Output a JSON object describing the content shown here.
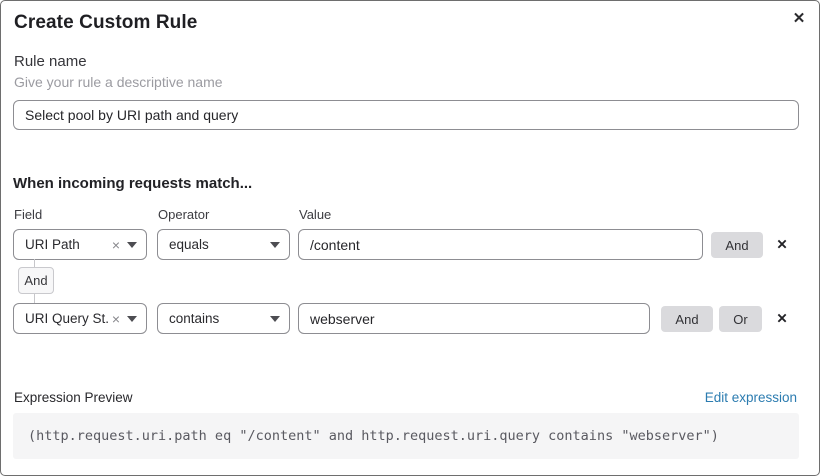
{
  "dialog": {
    "title": "Create Custom Rule",
    "close_icon": "✕"
  },
  "rule_name": {
    "label": "Rule name",
    "helper": "Give your rule a descriptive name",
    "value": "Select pool by URI path and query"
  },
  "match": {
    "heading": "When incoming requests match...",
    "columns": {
      "field": "Field",
      "operator": "Operator",
      "value": "Value"
    },
    "connector_label": "And",
    "remove_icon": "✕",
    "clear_icon": "×",
    "rows": [
      {
        "field": "URI Path",
        "operator": "equals",
        "value": "/content",
        "and_label": "And"
      },
      {
        "field": "URI Query St...",
        "operator": "contains",
        "value": "webserver",
        "and_label": "And",
        "or_label": "Or"
      }
    ]
  },
  "expression": {
    "label": "Expression Preview",
    "edit_link": "Edit expression",
    "code": "(http.request.uri.path eq \"/content\" and http.request.uri.query contains \"webserver\")"
  },
  "colors": {
    "link_blue": "#2c7cb0",
    "button_gray": "#dadadd",
    "code_background": "#f5f5f6",
    "input_border": "#8d8d92"
  }
}
